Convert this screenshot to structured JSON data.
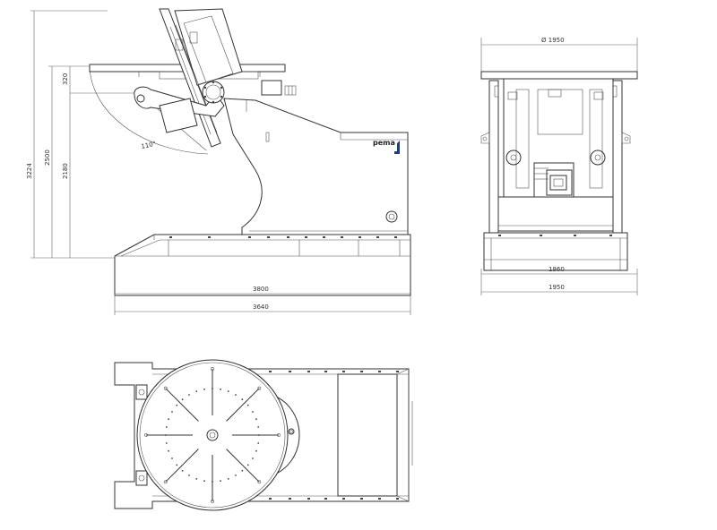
{
  "brand": {
    "logo_text": "pema",
    "logo_color": "#1b3b8c"
  },
  "side_view": {
    "tilt_angle": "110°",
    "dims": {
      "height_total": "3224",
      "height_table": "2500",
      "height_axis": "2180",
      "table_thickness": "320",
      "base_length": "3800",
      "overall_length": "3640"
    }
  },
  "end_view": {
    "dims": {
      "table_diameter": "Ø 1950",
      "inner_width": "1860",
      "overall_width": "1950"
    }
  },
  "top_view": {
    "slot_count": 8,
    "hole_ring_count": 36
  }
}
